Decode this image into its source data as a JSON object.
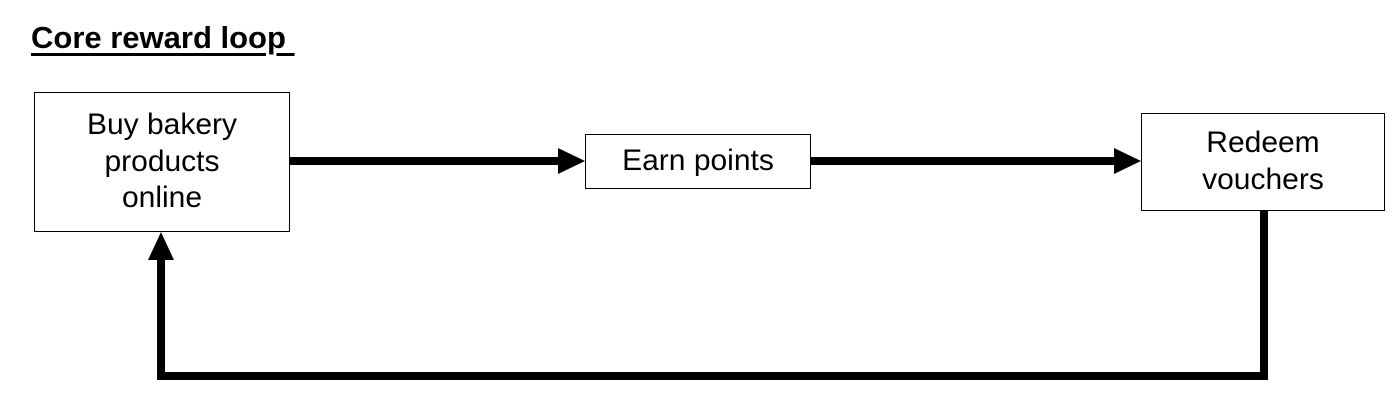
{
  "diagram": {
    "title": "Core reward loop ",
    "nodes": [
      {
        "id": "buy",
        "label": "Buy bakery\nproducts\nonline"
      },
      {
        "id": "earn",
        "label": "Earn points"
      },
      {
        "id": "redeem",
        "label": "Redeem\nvouchers"
      }
    ],
    "edges": [
      {
        "from": "buy",
        "to": "earn"
      },
      {
        "from": "earn",
        "to": "redeem"
      },
      {
        "from": "redeem",
        "to": "buy"
      }
    ],
    "colors": {
      "stroke": "#000000",
      "box_fill": "#ffffff",
      "text": "#000000"
    }
  }
}
